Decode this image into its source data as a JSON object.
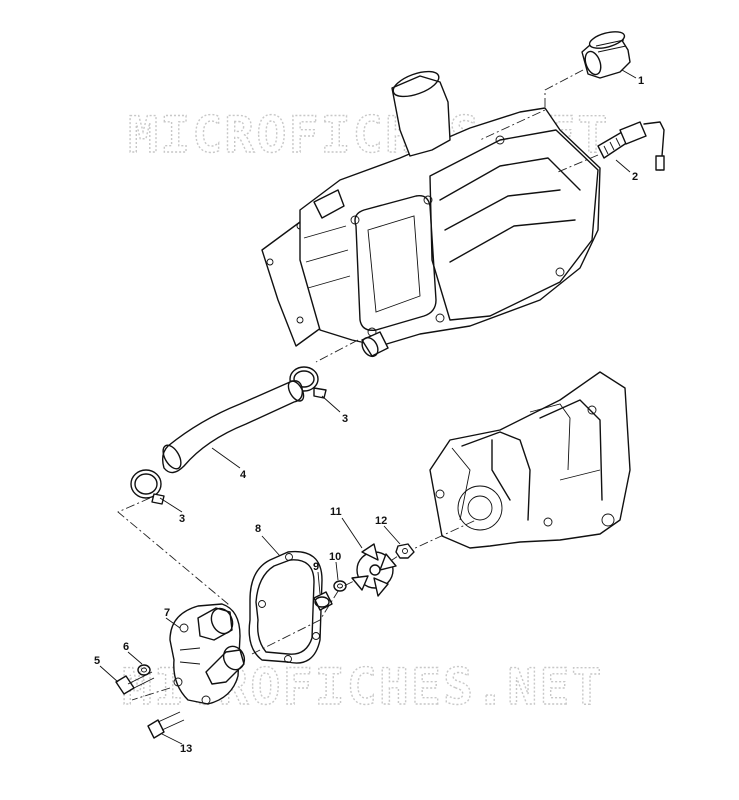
{
  "watermark": {
    "text_top": "MICROFICHES.NET",
    "text_bottom": "MICROFICHES.NET"
  },
  "callouts": {
    "c1": "1",
    "c2": "2",
    "c3a": "3",
    "c3b": "3",
    "c4": "4",
    "c5": "5",
    "c6": "6",
    "c7": "7",
    "c8": "8",
    "c9": "9",
    "c10": "10",
    "c11": "11",
    "c12": "12",
    "c13": "13"
  }
}
